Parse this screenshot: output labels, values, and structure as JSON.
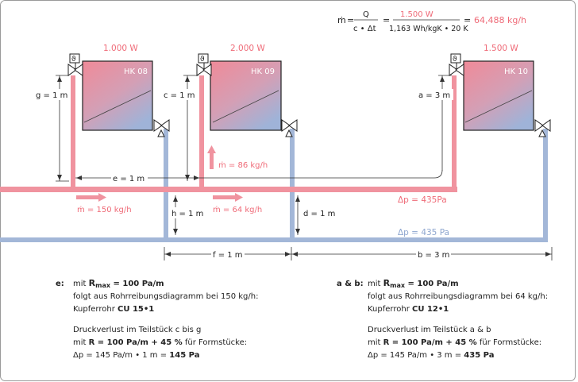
{
  "formula": {
    "lhs": "ṁ",
    "eq1": "=",
    "num": "Q",
    "den": "c • Δt",
    "eq2": "=",
    "num_val": "1.500 W",
    "den_val": "1,163 Wh/kgK • 20 K",
    "eq3": "=",
    "result": "64,488 kg/h"
  },
  "radiators": [
    {
      "name": "HK 08",
      "power": "1.000 W"
    },
    {
      "name": "HK 09",
      "power": "2.000 W"
    },
    {
      "name": "HK 10",
      "power": "1.500 W"
    }
  ],
  "valve_symbol": "ϑ",
  "dims": {
    "g": "g = 1 m",
    "c": "c = 1 m",
    "a": "a = 3 m",
    "e": "e = 1 m",
    "h": "h = 1 m",
    "d": "d = 1 m",
    "f": "f = 1 m",
    "b": "b = 3 m"
  },
  "flows": {
    "m1": "ṁ = 150 kg/h",
    "m2": "ṁ = 64 kg/h",
    "m3": "ṁ = 86 kg/h"
  },
  "pressure": {
    "supply": "Δp = 435Pa",
    "return": "Δp = 435 Pa"
  },
  "notes": {
    "left": {
      "label": "e:",
      "l1_pre": "mit ",
      "l1_r": "R",
      "l1_sub": "max",
      "l1_val": " = 100 Pa/m",
      "l2": "folgt aus Rohrreibungsdiagramm bei 150 kg/h:",
      "l3_pre": "Kupferrohr ",
      "l3_bold": "CU 15•1",
      "l4": "Druckverlust im Teilstück c bis g",
      "l5_pre": "mit ",
      "l5_bold": "R = 100 Pa/m + 45 %",
      "l5_post": " für Formstücke:",
      "l6_pre": "Δp = 145 Pa/m • 1 m = ",
      "l6_bold": "145 Pa"
    },
    "right": {
      "label": "a & b:",
      "l1_pre": "mit ",
      "l1_r": "R",
      "l1_sub": "max",
      "l1_val": " = 100 Pa/m",
      "l2": "folgt aus Rohrreibungsdiagramm bei 64 kg/h:",
      "l3_pre": "Kupferrohr ",
      "l3_bold": "CU 12•1",
      "l4": "Druckverlust im Teilstück a & b",
      "l5_pre": "mit ",
      "l5_bold": "R = 100 Pa/m + 45 %",
      "l5_post": " für Formstücke:",
      "l6_pre": "Δp = 145 Pa/m • 3 m = ",
      "l6_bold": "435 Pa"
    }
  },
  "colors": {
    "supply": "#f0939f",
    "return": "#a3b7d8",
    "label_red": "#ef6b78",
    "label_blue": "#8ea6cf",
    "frame": "#9a9a9a"
  }
}
